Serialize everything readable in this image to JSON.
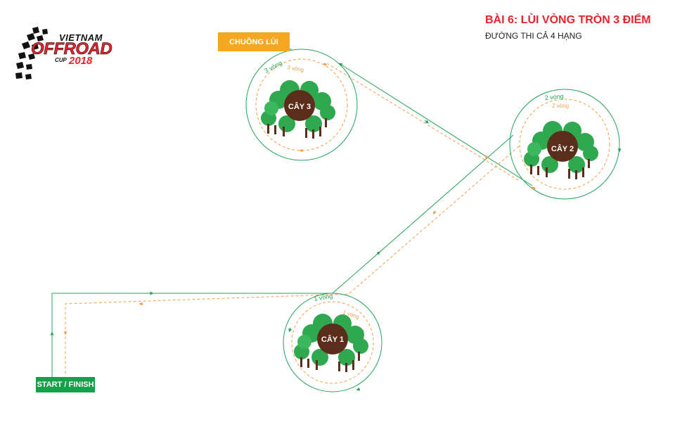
{
  "header": {
    "title": "BÀI 6: LÙI VÒNG TRÒN 3 ĐIỂM",
    "subtitle": "ĐƯỜNG THI CẢ 4 HẠNG"
  },
  "logo": {
    "top": "VIETNAM",
    "main": "OFFROAD",
    "cup": "CUP",
    "year": "2018"
  },
  "markers": {
    "start_finish": "START / FINISH",
    "reverse_garage": "CHUỒNG LÙI"
  },
  "trees": [
    {
      "id": "tree-1",
      "label": "CÂY 1",
      "forward_laps": "1 vòng",
      "reverse_laps": "1 vòng"
    },
    {
      "id": "tree-2",
      "label": "CÂY 2",
      "forward_laps": "2 vòng",
      "reverse_laps": "2 vòng"
    },
    {
      "id": "tree-3",
      "label": "CÂY 3",
      "forward_laps": "3 vòng",
      "reverse_laps": "3 vòng"
    }
  ],
  "colors": {
    "forward_path": "#23a35a",
    "reverse_path": "#f5a04a",
    "title_red": "#e8232b",
    "tree_green": "#2fa84f",
    "trunk": "#5a2e1a",
    "badge_green": "#16a04a",
    "badge_orange": "#f5a623"
  }
}
